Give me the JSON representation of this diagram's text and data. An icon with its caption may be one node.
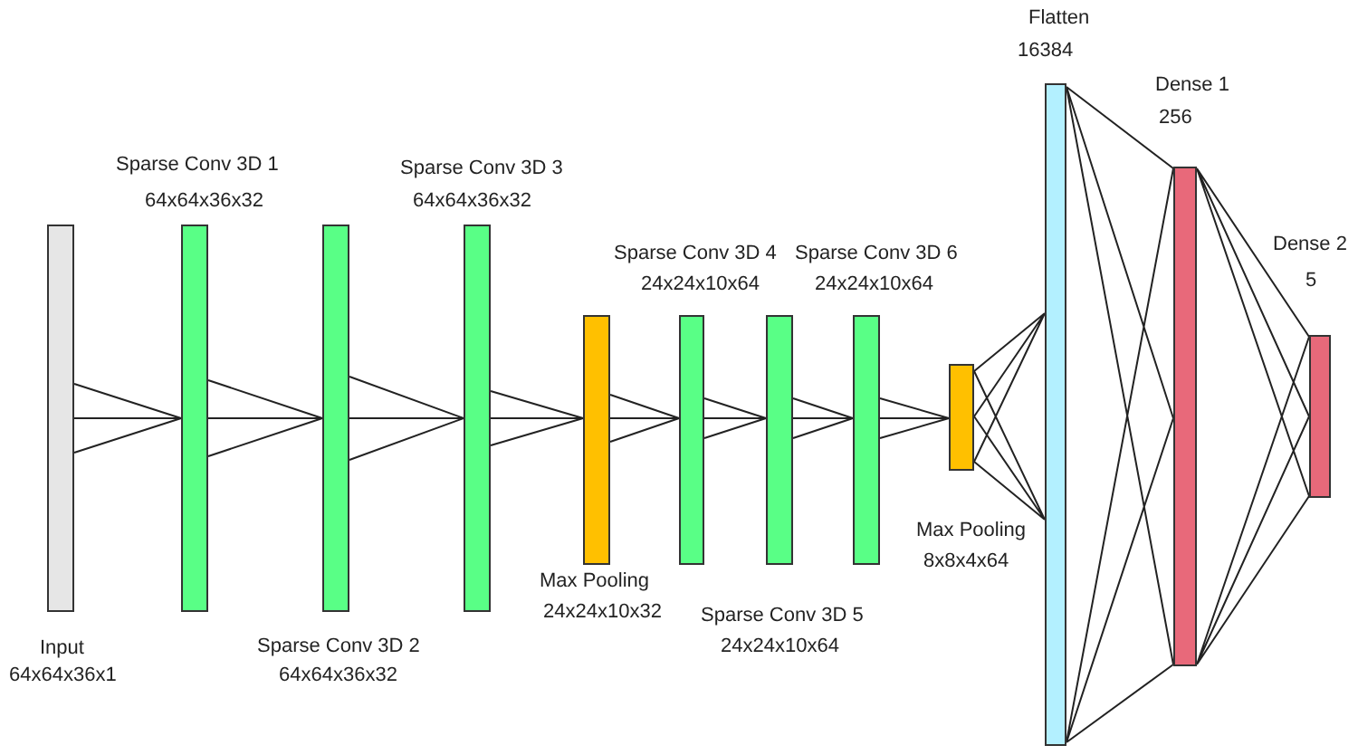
{
  "diagram": {
    "nodes": [
      {
        "text": [
          "Input",
          "64x64x36x1"
        ]
      },
      {
        "text": [
          "Sparse Conv 3D 1",
          "64x64x36x32"
        ]
      },
      {
        "text": [
          "Sparse Conv 3D 2",
          "64x64x36x32"
        ]
      },
      {
        "text": [
          "Sparse Conv 3D 3",
          "64x64x36x32"
        ]
      },
      {
        "text": [
          "Max Pooling",
          "24x24x10x32"
        ]
      },
      {
        "text": [
          "Sparse Conv 3D 4",
          "24x24x10x64"
        ]
      },
      {
        "text": [
          "Sparse Conv 3D 5",
          "24x24x10x64"
        ]
      },
      {
        "text": [
          "Sparse Conv 3D 6",
          "24x24x10x64"
        ]
      },
      {
        "text": [
          "Max Pooling",
          "8x8x4x64"
        ]
      },
      {
        "text": [
          "Flatten",
          "16384"
        ]
      },
      {
        "text": [
          "Dense 1",
          "256"
        ]
      },
      {
        "text": [
          "Dense 2",
          "5"
        ]
      }
    ],
    "edges": [
      {
        "from": 0,
        "to": 1,
        "arrow": "none"
      },
      {
        "from": 1,
        "to": 2,
        "arrow": "none"
      },
      {
        "from": 2,
        "to": 3,
        "arrow": "none"
      },
      {
        "from": 3,
        "to": 4,
        "arrow": "none"
      },
      {
        "from": 4,
        "to": 5,
        "arrow": "none"
      },
      {
        "from": 5,
        "to": 6,
        "arrow": "none"
      },
      {
        "from": 6,
        "to": 7,
        "arrow": "none"
      },
      {
        "from": 7,
        "to": 8,
        "arrow": "none"
      },
      {
        "from": 8,
        "to": 9,
        "arrow": "none"
      },
      {
        "from": 9,
        "to": 10,
        "arrow": "none"
      },
      {
        "from": 10,
        "to": 11,
        "arrow": "none"
      }
    ]
  }
}
